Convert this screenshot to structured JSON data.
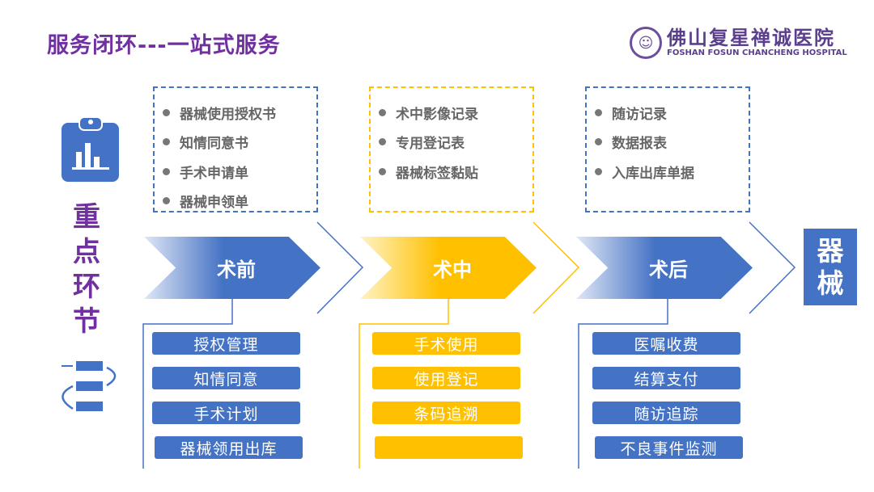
{
  "title": "服务闭环---一站式服务",
  "logo": {
    "name_cn": "佛山复星禅诚医院",
    "name_en": "FOSHAN FOSUN CHANCHENG HOSPITAL"
  },
  "side": {
    "label_chars": [
      "重",
      "点",
      "环",
      "节"
    ]
  },
  "colors": {
    "blue": "#4472c4",
    "yellow": "#ffc000",
    "purple": "#7030a0"
  },
  "stages": [
    {
      "label": "术前",
      "docs": [
        "器械使用授权书",
        "知情同意书",
        "手术申请单",
        "器械申领单"
      ],
      "actions": [
        "授权管理",
        "知情同意",
        "手术计划",
        "器械领用出库"
      ]
    },
    {
      "label": "术中",
      "docs": [
        "术中影像记录",
        "专用登记表",
        "器械标签黏贴"
      ],
      "actions": [
        "手术使用",
        "使用登记",
        "条码追溯",
        ""
      ]
    },
    {
      "label": "术后",
      "docs": [
        "随访记录",
        "数据报表",
        "入库出库单据"
      ],
      "actions": [
        "医嘱收费",
        "结算支付",
        "随访追踪",
        "不良事件监测"
      ]
    }
  ],
  "end_box": {
    "chars": [
      "器",
      "械"
    ]
  }
}
